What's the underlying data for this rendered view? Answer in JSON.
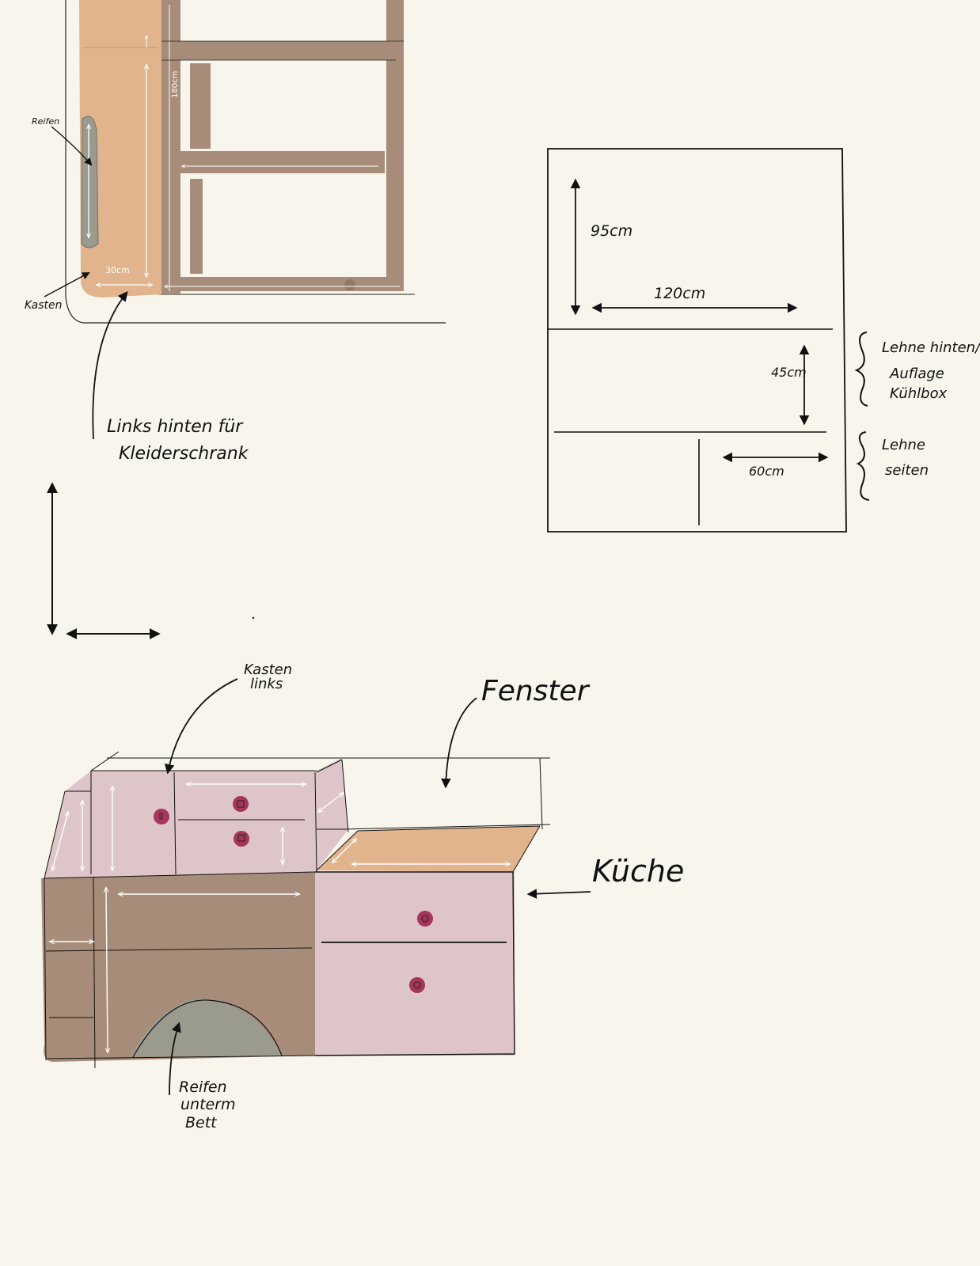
{
  "colors": {
    "background": "#f8f6ec",
    "wood_light": "#e2b48d",
    "wood_dark": "#a78c79",
    "pink": "#dec5c9",
    "tire_grey": "#9b9a8f",
    "knob": "#a6355c",
    "ink": "#111111"
  },
  "top_view": {
    "label_reifen": "Reifen",
    "label_kasten": "Kasten",
    "dim_30cm": "30cm",
    "dim_180cm": "180cm",
    "note_line1": "Links hinten für",
    "note_line2": "Kleiderschrank"
  },
  "panel_plan": {
    "dim_95cm": "95cm",
    "dim_120cm": "120cm",
    "dim_45cm": "45cm",
    "dim_60cm": "60cm",
    "label_lehne_hinten_1": "Lehne hinten/",
    "label_lehne_hinten_2": "Auflage",
    "label_lehne_hinten_3": "Kühlbox",
    "label_lehne_seiten_1": "Lehne",
    "label_lehne_seiten_2": "seiten"
  },
  "perspective_view": {
    "label_kasten_1": "Kasten",
    "label_kasten_2": "links",
    "label_fenster": "Fenster",
    "label_kueche": "Küche",
    "label_reifen_1": "Reifen",
    "label_reifen_2": "unterm",
    "label_reifen_3": "Bett"
  }
}
